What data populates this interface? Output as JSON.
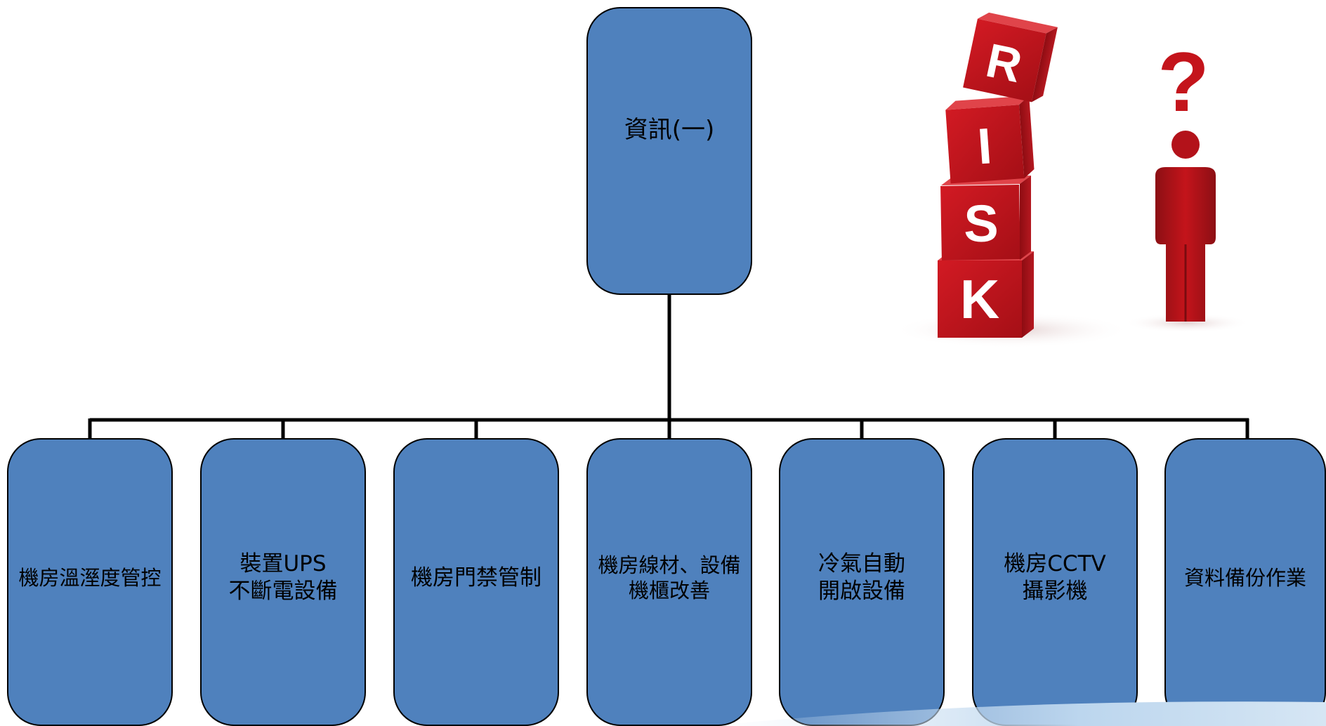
{
  "root": {
    "label": "資訊(一)"
  },
  "children": [
    {
      "label": "機房溫溼度管控"
    },
    {
      "label": "裝置UPS\n不斷電設備"
    },
    {
      "label": "機房門禁管制"
    },
    {
      "label": "機房線材、設備\n機櫃改善"
    },
    {
      "label": "冷氣自動\n開啟設備"
    },
    {
      "label": "機房CCTV\n攝影機"
    },
    {
      "label": "資料備份作業"
    }
  ],
  "illustration": {
    "blocks": [
      "R",
      "I",
      "S",
      "K"
    ],
    "symbol": "?"
  },
  "colors": {
    "node_fill": "#4f81bd",
    "connector": "#000000",
    "block_red": "#c0141c"
  }
}
